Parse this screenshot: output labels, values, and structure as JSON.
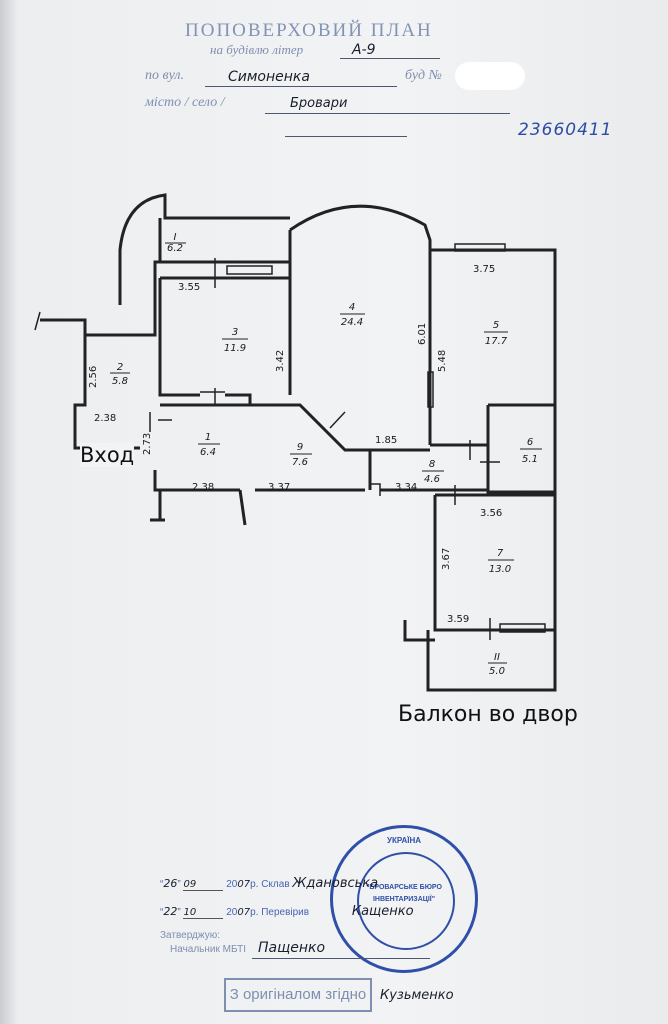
{
  "header": {
    "title": "ПОПОВЕРХОВИЙ ПЛАН",
    "building_label": "на будівлю літер",
    "building_value": "А-9",
    "street_label": "по вул.",
    "street_value": "Симоненка",
    "house_label": "буд №",
    "city_label": "місто / село /",
    "city_value": "Бровари",
    "number": "23660411"
  },
  "plan": {
    "rooms": [
      {
        "num": "I",
        "area": "6.2"
      },
      {
        "num": "2",
        "area": "5.8"
      },
      {
        "num": "3",
        "area": "11.9"
      },
      {
        "num": "4",
        "area": "24.4"
      },
      {
        "num": "5",
        "area": "17.7"
      },
      {
        "num": "1",
        "area": "6.4"
      },
      {
        "num": "9",
        "area": "7.6"
      },
      {
        "num": "6",
        "area": "5.1"
      },
      {
        "num": "8",
        "area": "4.6"
      },
      {
        "num": "7",
        "area": "13.0"
      },
      {
        "num": "II",
        "area": "5.0"
      }
    ],
    "dimensions": [
      "3.55",
      "3.75",
      "6.01",
      "5.48",
      "3.42",
      "2.56",
      "2.38",
      "2.73",
      "1.85",
      "2.38",
      "3.37",
      "3.34",
      "3.56",
      "3.67",
      "3.59"
    ],
    "entrance_label": "Вход",
    "balcony_label": "Балкон во двор"
  },
  "footer": {
    "date1_day": "26",
    "date1_month": "09",
    "date1_year_prefix": "20",
    "date1_year": "07",
    "date1_suffix": "р. Склав",
    "compiled_by": "Ждановська",
    "date2_day": "22",
    "date2_month": "10",
    "date2_year_prefix": "20",
    "date2_year": "07",
    "date2_suffix": "р. Перевірив",
    "checked_by": "Кащенко",
    "approve_label": "Затверджую:",
    "head_label": "Начальник МБТІ",
    "head_name": "Пащенко",
    "stamp_country": "УКРАЇНА",
    "stamp_org": "\"БРОВАРСЬКЕ БЮРО",
    "stamp_org2": "ІНВЕНТАРИЗАЦІЇ\"",
    "copy_note": "З оригіналом згідно",
    "copy_signer": "Кузьменко"
  }
}
